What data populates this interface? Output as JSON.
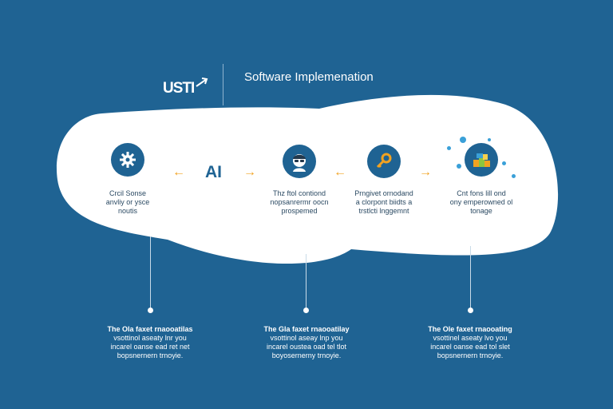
{
  "header": {
    "logo_text": "USTI",
    "title": "Software Implemenation"
  },
  "center_label": "AI",
  "steps": [
    {
      "icon": "gear-icon",
      "lines": [
        "Crcil Sonse",
        "anvliy or ysce",
        "noutis"
      ]
    },
    {
      "icon": "person-glasses-icon",
      "lines": [
        "Thz ftol contiond",
        "nopsanrermr oocn",
        "prospemed"
      ]
    },
    {
      "icon": "key-icon",
      "lines": [
        "Prngivet ornodand",
        "a clorpont biidts a",
        "trstlcti lnggemnt"
      ]
    },
    {
      "icon": "stacked-blocks-icon",
      "lines": [
        "Cnt fons lill ond",
        "ony emperowned ol",
        "tonage"
      ]
    }
  ],
  "details": [
    {
      "lines": [
        "The Ola faxet rnaooatilas",
        "vsottinol aseaty lnr you",
        "incarel oanse ead ret net",
        "bopsnernern trnoyie."
      ]
    },
    {
      "lines": [
        "The Gla faxet rnaooatilay",
        "vsottinol aseay lnp you",
        "incarel oustea oad tel tlot",
        "boyosernerny trnoyie."
      ]
    },
    {
      "lines": [
        "The Ole faxet rnaooating",
        "vsottinel aseaty lvo you",
        "incarel oanse ead tol slet",
        "bopsnernern trnoyie."
      ]
    }
  ],
  "colors": {
    "background": "#1f6393",
    "panel": "#ffffff",
    "accent_arrow": "#f1a221",
    "icon_fill": "#1f6393"
  }
}
